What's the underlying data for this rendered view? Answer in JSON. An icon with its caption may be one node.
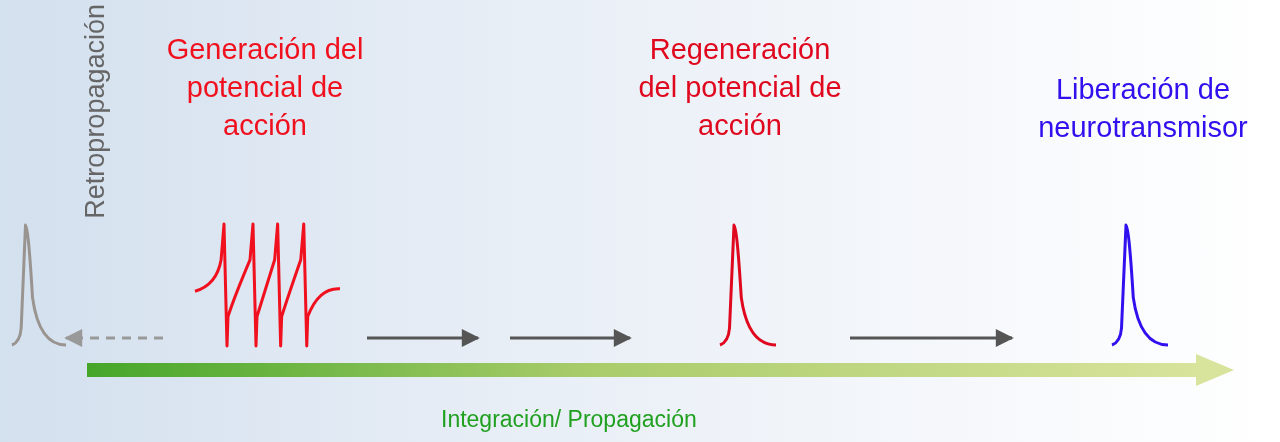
{
  "diagram": {
    "nodes": [
      {
        "text": [],
        "shape": "curve"
      },
      {
        "text": [
          "Generación del potencial de acción"
        ]
      },
      {
        "text": [
          "Regeneración del potencial de acción"
        ]
      },
      {
        "text": [
          "Liberación de neurotransmisor"
        ]
      }
    ],
    "edges": [
      {
        "from": 1,
        "to": 0,
        "arrow": "to",
        "style": "dashed",
        "color": "#999999"
      },
      {
        "from": 1,
        "to": null,
        "arrow": "to"
      },
      {
        "from": null,
        "to": 2,
        "arrow": "to"
      },
      {
        "from": 2,
        "to": 3,
        "arrow": "to"
      }
    ],
    "labels": [
      "Retropropagación",
      "Integración/ Propagación"
    ]
  }
}
